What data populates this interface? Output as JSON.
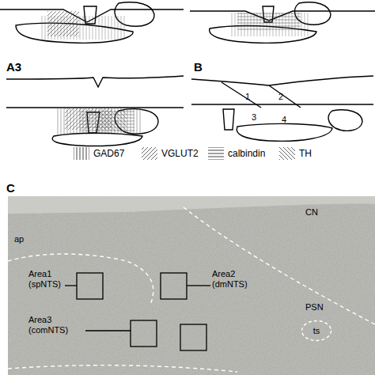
{
  "diagram": {
    "nodes": [
      {
        "text": [
          "ts"
        ]
      }
    ],
    "labels": [
      "A3",
      "B",
      "1",
      "2",
      "3",
      "4",
      "C",
      "CN",
      "ap",
      "Area1 (spNTS)",
      "Area2 (dmNTS)",
      "PSN",
      "Area3 (comNTS)"
    ],
    "legend": [
      {
        "text": "GAD67"
      },
      {
        "text": "VGLUT2"
      },
      {
        "text": "calbindin"
      },
      {
        "text": "TH"
      }
    ]
  }
}
